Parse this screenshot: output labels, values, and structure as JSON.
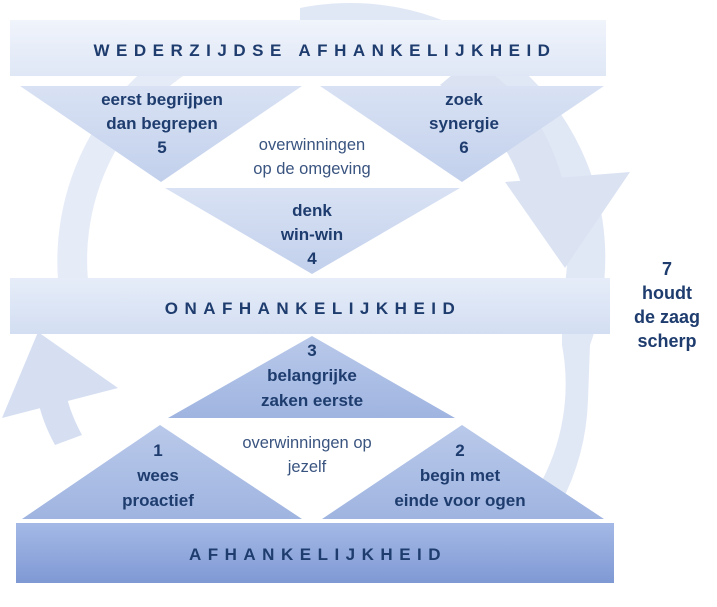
{
  "bands": {
    "top": "WEDERZIJDSE AFHANKELIJKHEID",
    "middle": "ONAFHANKELIJKHEID",
    "bottom": "AFHANKELIJKHEID"
  },
  "habits": {
    "h1": {
      "lines": [
        "1",
        "wees",
        "proactief"
      ]
    },
    "h2": {
      "lines": [
        "2",
        "begin met",
        "einde voor ogen"
      ]
    },
    "h3": {
      "lines": [
        "3",
        "belangrijke",
        "zaken eerste"
      ]
    },
    "h4": {
      "lines": [
        "denk",
        "win-win",
        "4"
      ]
    },
    "h5": {
      "lines": [
        "eerst begrijpen",
        "dan begrepen",
        "5"
      ]
    },
    "h6": {
      "lines": [
        "zoek",
        "synergie",
        "6"
      ]
    },
    "h7": {
      "lines": [
        "7",
        "houdt",
        "de zaag",
        "scherp"
      ]
    }
  },
  "victories": {
    "public": {
      "lines": [
        "overwinningen",
        "op de omgeving"
      ]
    },
    "private": {
      "lines": [
        "overwinningen op",
        "jezelf"
      ]
    }
  },
  "colors": {
    "arrow": "#dde5f4",
    "band_light": "#e3eaf7",
    "band_dark": "#8ea6dc",
    "tri_light": "#ccd8ef",
    "tri_mid": "#a9bce3",
    "text": "#1e3c6e"
  }
}
